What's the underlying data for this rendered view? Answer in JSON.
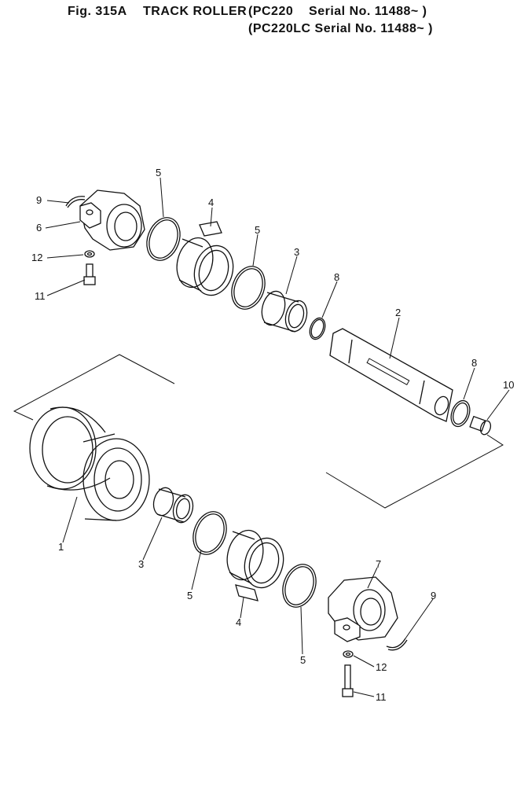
{
  "header": {
    "fig_label": "Fig. 315A",
    "title": "TRACK ROLLER",
    "serial_line_1": "(PC220    Serial No. 11488~ )",
    "serial_line_2": "(PC220LC Serial No. 11488~ )"
  },
  "callouts": {
    "c1": "1",
    "c2": "2",
    "c3a": "3",
    "c3b": "3",
    "c4a": "4",
    "c4b": "4",
    "c5a": "5",
    "c5b": "5",
    "c5c": "5",
    "c5d": "5",
    "c6": "6",
    "c7": "7",
    "c8a": "8",
    "c8b": "8",
    "c9a": "9",
    "c9b": "9",
    "c10": "10",
    "c11a": "11",
    "c11b": "11",
    "c12a": "12",
    "c12b": "12"
  }
}
